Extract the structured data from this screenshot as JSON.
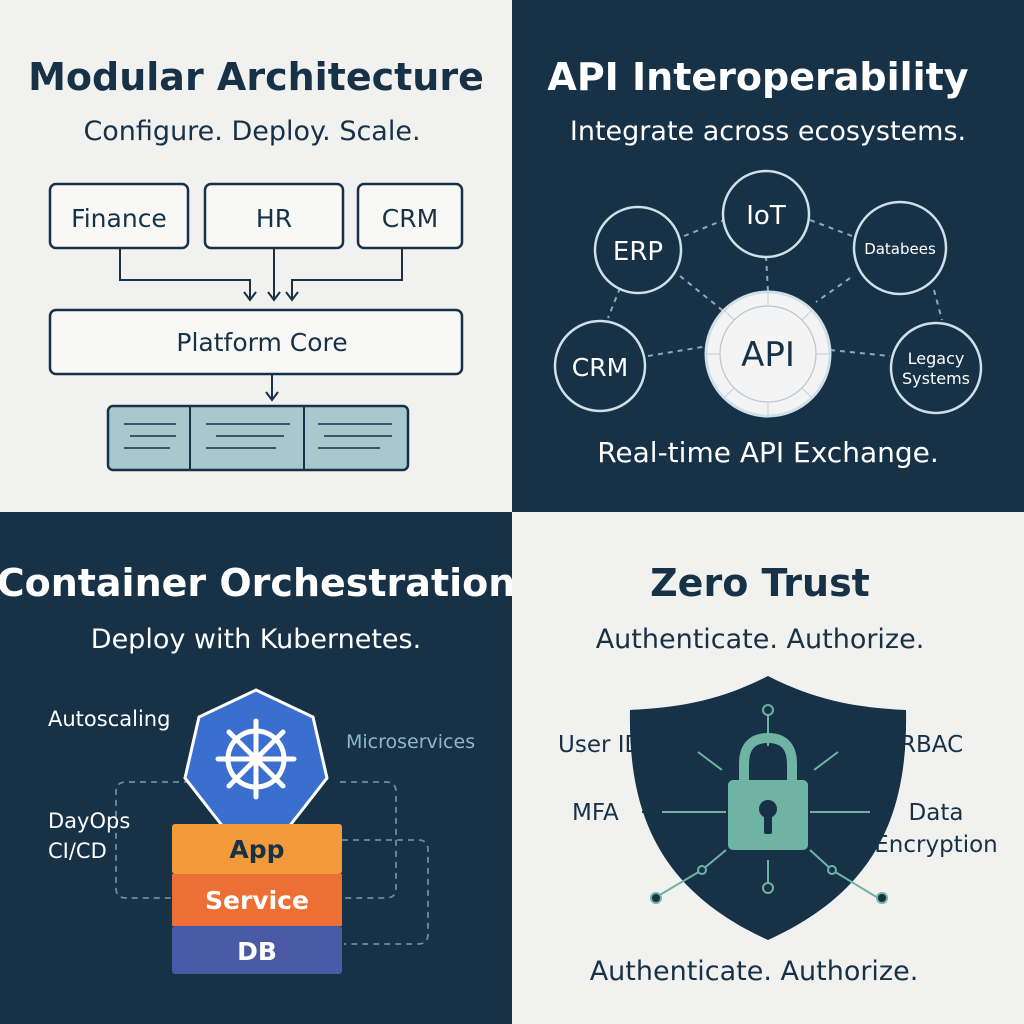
{
  "modular": {
    "title": "Modular Architecture",
    "subtitle": "Configure. Deploy. Scale.",
    "modules": [
      "Finance",
      "HR",
      "CRM"
    ],
    "core": "Platform Core"
  },
  "api": {
    "title": "API Interoperability",
    "subtitle": "Integrate across ecosystems.",
    "hub": "API",
    "nodes": {
      "erp": "ERP",
      "iot": "IoT",
      "databases": "Databees",
      "crm": "CRM",
      "legacy_line1": "Legacy",
      "legacy_line2": "Systems"
    },
    "footer": "Real-time API Exchange."
  },
  "container": {
    "title": "Container Orchestration",
    "subtitle": "Deploy with Kubernetes.",
    "autoscaling": "Autoscaling",
    "microservices": "Microservices",
    "dayops": "DayOps",
    "cicd": "CI/CD",
    "layers": [
      "App",
      "Service",
      "DB"
    ],
    "colors": {
      "app": "#f39a3a",
      "service": "#ec7034",
      "db": "#4a5aa6",
      "k8s": "#3a6ecf"
    }
  },
  "zerotrust": {
    "title": "Zero Trust",
    "subtitle": "Authenticate.  Authorize.",
    "labels": {
      "user_id": "User ID",
      "rbac": "RBAC",
      "mfa": "MFA",
      "data_line1": "Data",
      "data_line2": "Encryption"
    },
    "footer": "Authenticate. Authorize.",
    "colors": {
      "shield": "#173147",
      "lock": "#6fb3a3"
    }
  }
}
